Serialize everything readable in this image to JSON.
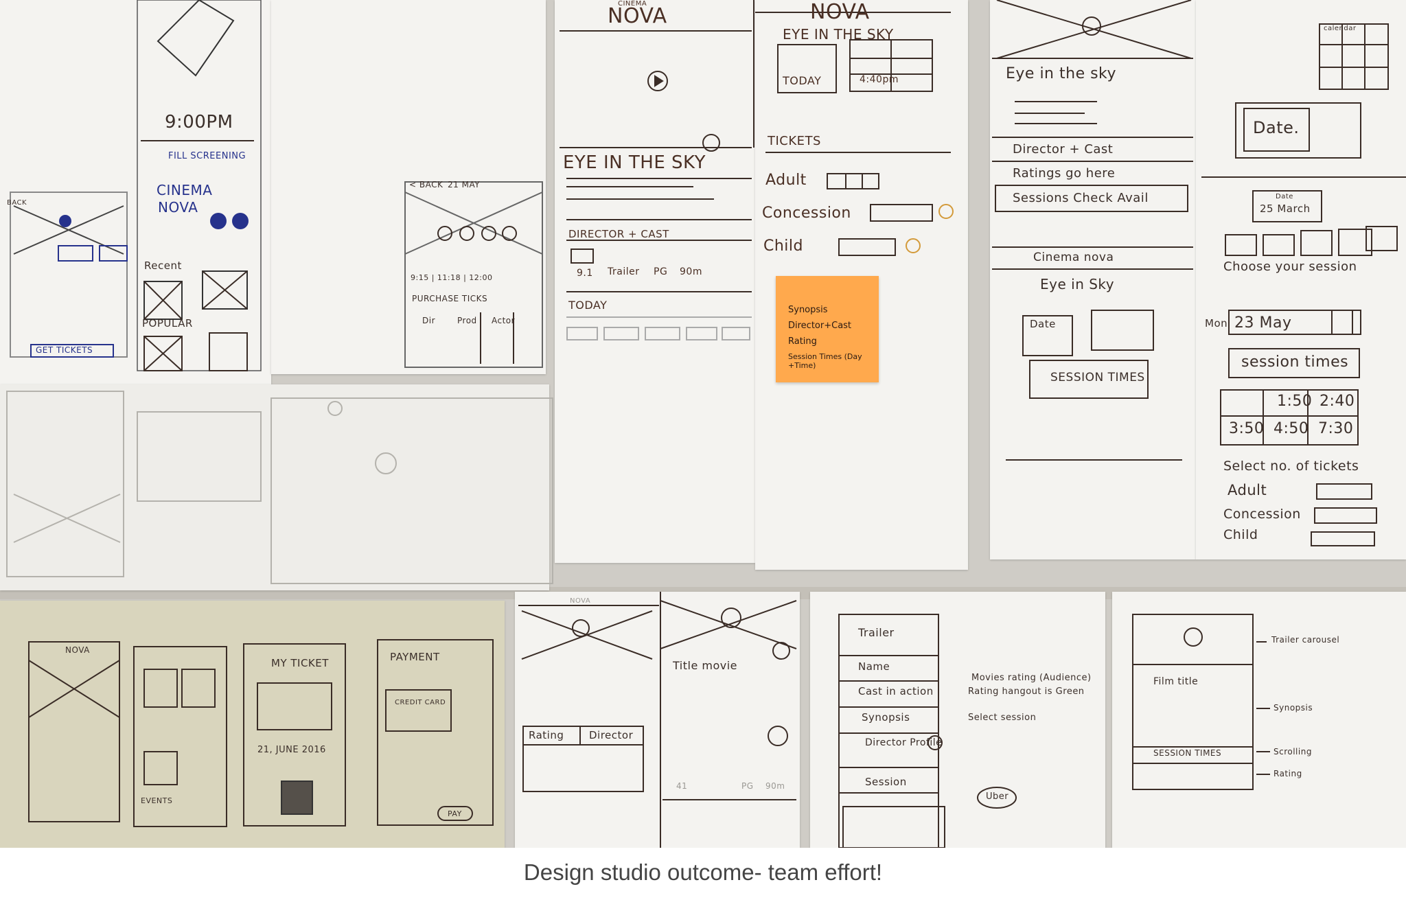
{
  "caption": "Design studio outcome- team effort!",
  "sketches": {
    "top_left": {
      "time": "9:00PM",
      "fill_screening": "FILL SCREENING",
      "cinema": "CINEMA",
      "nova": "NOVA",
      "recent": "Recent",
      "popular": "POPULAR",
      "get_tickets": "GET TICKETS",
      "back": "BACK"
    },
    "mid_left": {
      "back": "< BACK",
      "date": "21 MAY",
      "times": "9:15 | 11:18 | 12:00",
      "purchase": "PURCHASE TICKS",
      "cols": [
        "Dir",
        "Prod",
        "Actor"
      ]
    },
    "center_phone": {
      "cinema": "CINEMA",
      "nova": "NOVA",
      "title": "EYE IN THE SKY",
      "director_cast": "DIRECTOR + CAST",
      "meta": [
        "9.1",
        "Trailer",
        "PG",
        "90m"
      ],
      "today": "TODAY"
    },
    "right_of_center": {
      "nova": "NOVA",
      "title": "EYE IN THE SKY",
      "today": "TODAY",
      "time": "4:40pm",
      "tickets": "TICKETS",
      "adult": "Adult",
      "concession": "Concession",
      "child": "Child"
    },
    "sticky_note": [
      "Synopsis",
      "Director+Cast",
      "Rating",
      "Session Times (Day +Time)"
    ],
    "far_right_a": {
      "title": "Eye in the sky",
      "rows": [
        "Director + Cast",
        "Ratings go here",
        "Sessions Check Avail"
      ],
      "cinema": "Cinema nova",
      "subtitle": "Eye in Sky",
      "date": "Date",
      "session": "SESSION TIMES"
    },
    "far_right_b": {
      "calendar": "calendar",
      "date": "Date.",
      "date_small": "Date",
      "march": "25 March",
      "choose": "Choose your session",
      "mon": "Mon",
      "may": "23 May",
      "session_times": "session times",
      "times": [
        "1:50",
        "2:40",
        "3:50",
        "4:50",
        "7:30"
      ],
      "select": "Select no. of tickets",
      "adult": "Adult",
      "concession": "Concession",
      "child": "Child"
    },
    "bottom_left": {
      "nova": "NOVA",
      "my_ticket": "MY TICKET",
      "date": "21, JUNE 2016",
      "payment": "PAYMENT",
      "credit": "CREDIT CARD",
      "pay": "PAY",
      "events": "EVENTS"
    },
    "bottom_mid": {
      "nova": "NOVA",
      "title_movie": "Title movie",
      "rating": "Rating",
      "director": "Director",
      "meta": [
        "41",
        "PG",
        "90m"
      ]
    },
    "bottom_right_a": {
      "rows": [
        "Trailer",
        "Name",
        "Cast in action",
        "Synopsis",
        "Director Profile",
        "Session"
      ],
      "note1": "Movies rating (Audience)",
      "note2": "Rating hangout is Green",
      "note3": "Select session",
      "uber": "Uber"
    },
    "bottom_right_b": {
      "film": "Film title",
      "session": "SESSION TIMES",
      "labels": [
        "Trailer carousel",
        "Synopsis",
        "Scrolling",
        "Rating"
      ]
    }
  }
}
